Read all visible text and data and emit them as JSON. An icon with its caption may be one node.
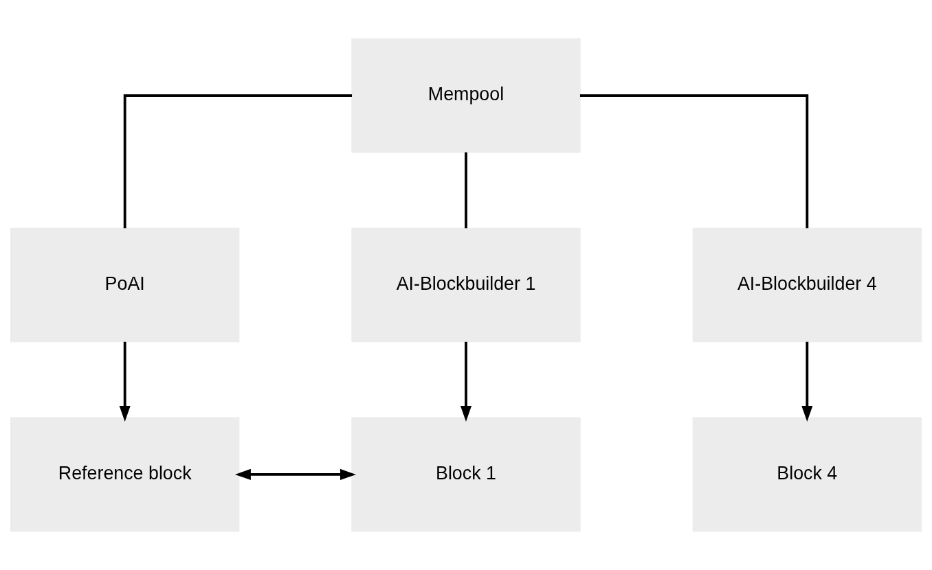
{
  "diagram": {
    "nodes": [
      {
        "text": [
          "Mempool"
        ]
      },
      {
        "text": [
          "PoAI"
        ]
      },
      {
        "text": [
          "AI-Blockbuilder 1"
        ]
      },
      {
        "text": [
          "AI-Blockbuilder 4"
        ]
      },
      {
        "text": [
          "Reference block"
        ]
      },
      {
        "text": [
          "Block 1"
        ]
      },
      {
        "text": [
          "Block 4"
        ]
      }
    ],
    "edges": [
      {
        "from": 0,
        "to": 1,
        "arrow": "none"
      },
      {
        "from": 0,
        "to": 2,
        "arrow": "none"
      },
      {
        "from": 0,
        "to": 3,
        "arrow": "none"
      },
      {
        "from": 1,
        "to": 4,
        "arrow": "to"
      },
      {
        "from": 2,
        "to": 5,
        "arrow": "to"
      },
      {
        "from": 3,
        "to": 6,
        "arrow": "to"
      },
      {
        "from": 4,
        "to": 5,
        "arrow": "both"
      }
    ]
  }
}
